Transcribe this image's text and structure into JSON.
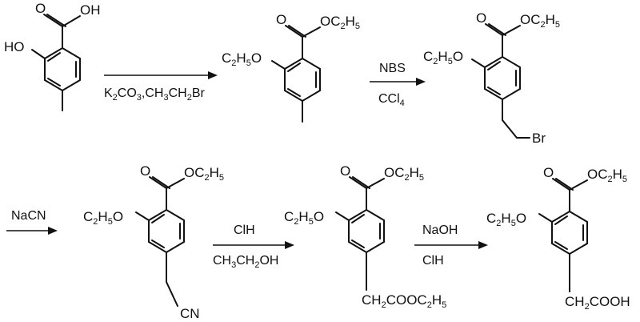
{
  "compounds": [
    {
      "id": "c1",
      "sub_top": [
        "OH"
      ],
      "sub_ortho": "HO",
      "sub_para": ""
    },
    {
      "id": "c2",
      "sub_top": [
        "OC",
        "2",
        "H",
        "5"
      ],
      "sub_ortho": [
        "C",
        "2",
        "H",
        "5",
        "O"
      ],
      "sub_para": ""
    },
    {
      "id": "c3",
      "sub_top": [
        "OC",
        "2",
        "H",
        "5"
      ],
      "sub_ortho": [
        "C",
        "2",
        "H",
        "5",
        "O"
      ],
      "sub_para": "Br"
    },
    {
      "id": "c4",
      "sub_top": [
        "OC",
        "2",
        "H",
        "5"
      ],
      "sub_ortho": [
        "C",
        "2",
        "H",
        "5",
        "O"
      ],
      "sub_para": "CN"
    },
    {
      "id": "c5",
      "sub_top": [
        "OC",
        "2",
        "H",
        "5"
      ],
      "sub_ortho": [
        "C",
        "2",
        "H",
        "5",
        "O"
      ],
      "sub_para": [
        "CH",
        "2",
        "COOC",
        "2",
        "H",
        "5"
      ]
    },
    {
      "id": "c6",
      "sub_top": [
        "OC",
        "2",
        "H",
        "5"
      ],
      "sub_ortho": [
        "C",
        "2",
        "H",
        "5",
        "O"
      ],
      "sub_para": [
        "CH",
        "2",
        "COOH"
      ]
    }
  ],
  "arrows": [
    {
      "id": "a1",
      "above": "",
      "below": [
        "K",
        "2",
        "CO",
        "3",
        ",CH",
        "3",
        "CH",
        "2",
        "Br"
      ]
    },
    {
      "id": "a2",
      "above": "NBS",
      "below": [
        "CCl",
        "4"
      ]
    },
    {
      "id": "a3",
      "above": "NaCN",
      "below": ""
    },
    {
      "id": "a4",
      "above": "ClH",
      "below": [
        "CH",
        "3",
        "CH",
        "2",
        "OH"
      ]
    },
    {
      "id": "a5",
      "above": "NaOH",
      "below": "ClH"
    }
  ]
}
